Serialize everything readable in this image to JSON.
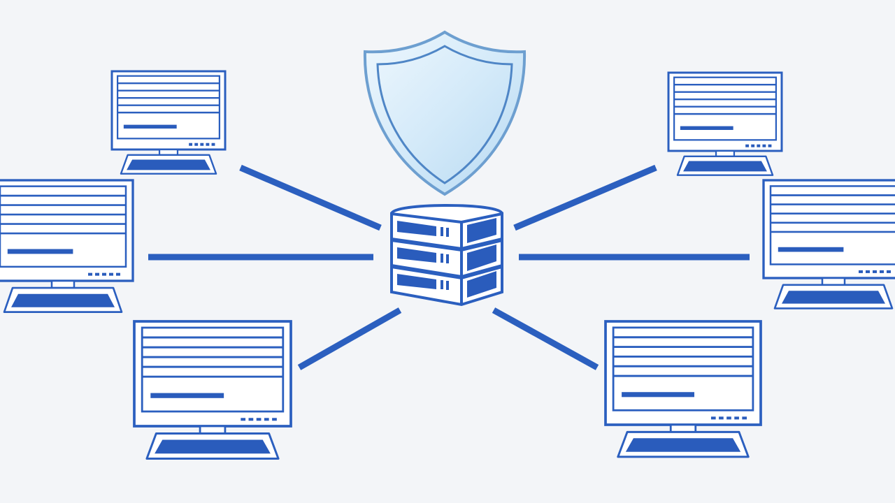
{
  "colors": {
    "background": "#f3f5f8",
    "stroke": "#2b5fbf",
    "fill_dark": "#2a5cbc",
    "shield_fill_light": "#e6f3fc",
    "shield_fill_dark": "#b9dcf4",
    "shield_stroke": "#6d9fd0"
  },
  "hub": {
    "icon": "database-server-icon"
  },
  "security": {
    "icon": "shield-icon"
  },
  "clients": [
    {
      "id": "top-left",
      "icon": "monitor-icon"
    },
    {
      "id": "middle-left",
      "icon": "monitor-icon"
    },
    {
      "id": "bottom-left",
      "icon": "monitor-icon"
    },
    {
      "id": "top-right",
      "icon": "monitor-icon"
    },
    {
      "id": "middle-right",
      "icon": "monitor-icon"
    },
    {
      "id": "bottom-right",
      "icon": "monitor-icon"
    }
  ],
  "links": [
    {
      "from": "hub",
      "to": "top-left"
    },
    {
      "from": "hub",
      "to": "middle-left"
    },
    {
      "from": "hub",
      "to": "bottom-left"
    },
    {
      "from": "hub",
      "to": "top-right"
    },
    {
      "from": "hub",
      "to": "middle-right"
    },
    {
      "from": "hub",
      "to": "bottom-right"
    }
  ]
}
